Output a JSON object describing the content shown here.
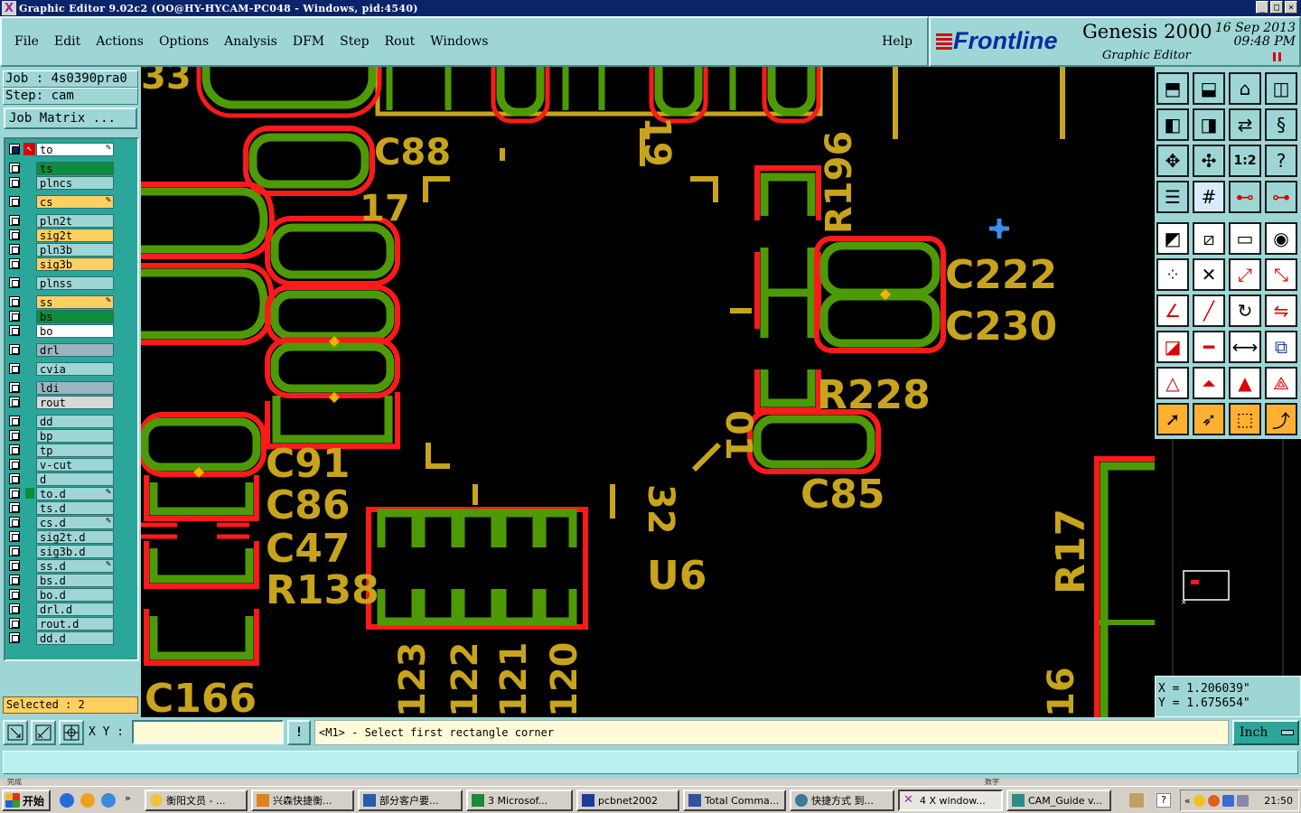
{
  "window": {
    "title": "Graphic Editor 9.02c2 (OO@HY-HYCAM-PC048 - Windows, pid:4540)",
    "min_icon": "minimize-icon",
    "max_icon": "maximize-icon",
    "close_icon": "close-icon"
  },
  "menu": {
    "items": [
      "File",
      "Edit",
      "Actions",
      "Options",
      "Analysis",
      "DFM",
      "Step",
      "Rout",
      "Windows"
    ],
    "help": "Help"
  },
  "brand": {
    "logo": "Frontline",
    "product": "Genesis 2000",
    "subtitle": "Graphic Editor",
    "date": "16 Sep 2013",
    "time": "09:48 PM"
  },
  "job": {
    "job_label": "Job : 4s0390pra0",
    "step_label": "Step: cam",
    "matrix_button": "Job Matrix ..."
  },
  "layers": [
    {
      "name": "to",
      "bg": "#ffffff",
      "work": true,
      "check": "✎"
    },
    {
      "name": "ts",
      "bg": "#0c8c3c"
    },
    {
      "name": "plncs",
      "bg": "#9ed6d6"
    },
    {
      "name": "cs",
      "bg": "#ffd060",
      "check": "✎"
    },
    {
      "name": "pln2t",
      "bg": "#9ed6d6"
    },
    {
      "name": "sig2t",
      "bg": "#ffd060"
    },
    {
      "name": "pln3b",
      "bg": "#9ed6d6"
    },
    {
      "name": "sig3b",
      "bg": "#ffd060"
    },
    {
      "name": "plnss",
      "bg": "#9ed6d6"
    },
    {
      "name": "ss",
      "bg": "#ffd060",
      "check": "✎"
    },
    {
      "name": "bs",
      "bg": "#0c8c3c"
    },
    {
      "name": "bo",
      "bg": "#ffffff"
    },
    {
      "name": "drl",
      "bg": "#9ab4c0"
    },
    {
      "name": "cvia",
      "bg": "#9ed6d6"
    },
    {
      "name": "ldi",
      "bg": "#9ab4c0"
    },
    {
      "name": "rout",
      "bg": "#d8d8d8"
    },
    {
      "name": "dd",
      "bg": "#9ed6d6"
    },
    {
      "name": "bp",
      "bg": "#9ed6d6"
    },
    {
      "name": "tp",
      "bg": "#9ed6d6"
    },
    {
      "name": "v-cut",
      "bg": "#9ed6d6"
    },
    {
      "name": "d",
      "bg": "#9ed6d6"
    },
    {
      "name": "to.d",
      "bg": "#9ed6d6",
      "mark": true,
      "check": "✎"
    },
    {
      "name": "ts.d",
      "bg": "#9ed6d6"
    },
    {
      "name": "cs.d",
      "bg": "#9ed6d6",
      "check": "✎"
    },
    {
      "name": "sig2t.d",
      "bg": "#9ed6d6"
    },
    {
      "name": "sig3b.d",
      "bg": "#9ed6d6"
    },
    {
      "name": "ss.d",
      "bg": "#9ed6d6",
      "check": "✎"
    },
    {
      "name": "bs.d",
      "bg": "#9ed6d6"
    },
    {
      "name": "bo.d",
      "bg": "#9ed6d6"
    },
    {
      "name": "drl.d",
      "bg": "#9ed6d6"
    },
    {
      "name": "rout.d",
      "bg": "#9ed6d6"
    },
    {
      "name": "dd.d",
      "bg": "#9ed6d6"
    }
  ],
  "selected_label": "Selected : 2",
  "canvas": {
    "labels": [
      "33",
      "C88",
      "17",
      "19",
      "R196",
      "C222",
      "C230",
      "R228",
      "01",
      "C91",
      "C86",
      "C47",
      "R138",
      "C85",
      "32",
      "U6",
      "R17",
      "C166",
      "123",
      "122",
      "121",
      "120",
      "16"
    ],
    "colors": {
      "pad": "#4e9a06",
      "outline": "#ff1a1a",
      "silk": "#c8a41c",
      "cursor": "#3a8ee6"
    }
  },
  "tools": {
    "icons": [
      "zoom-home-icon",
      "zoom-fit-icon",
      "home-view-icon",
      "window-split-icon",
      "pan-left-icon",
      "pan-right-icon",
      "flip-view-icon",
      "snap-icon",
      "zoom-extents-icon",
      "center-view-icon",
      "scale-one-to-two-icon",
      "help-query-icon",
      "layer-settings-icon",
      "grid-icon",
      "net-highlight-icon",
      "net-select-icon",
      "add-pad-icon",
      "add-line-icon",
      "ruler-icon",
      "circle-select-icon",
      "connect-nodes-icon",
      "delete-node-icon",
      "move-node-icon",
      "move-arc-icon",
      "angle-line-icon",
      "draw-line-icon",
      "rotate-arc-icon",
      "mirror-icon",
      "split-pad-icon",
      "cut-line-icon",
      "measure-span-icon",
      "group-select-icon",
      "triangle-pad-icon",
      "triangle-outline-icon",
      "triangle-a-icon",
      "triangle-b-icon",
      "select-arrow-icon",
      "select-arrow-dark-icon",
      "select-arrow-box-icon",
      "route-select-icon"
    ],
    "scale_label": "1:2"
  },
  "coords": {
    "x": "X  =  1.206039\"",
    "y": "Y  =  1.675654\""
  },
  "command": {
    "xy_label": "X Y :",
    "xy_value": "",
    "prompt": "<M1> - Select first rectangle corner",
    "units": "Inch",
    "alert_icon": "!"
  },
  "strip": {
    "left": "完成",
    "right": "数字"
  },
  "taskbar": {
    "start": "开始",
    "tasks": [
      "衡阳文员 - ...",
      "兴森快捷衡...",
      "部分客户要...",
      "3 Microsof...",
      "pcbnet2002",
      "Total Comma...",
      "快捷方式 到...",
      "4 X window...",
      "CAM_Guide v..."
    ],
    "clock": "21:50"
  }
}
